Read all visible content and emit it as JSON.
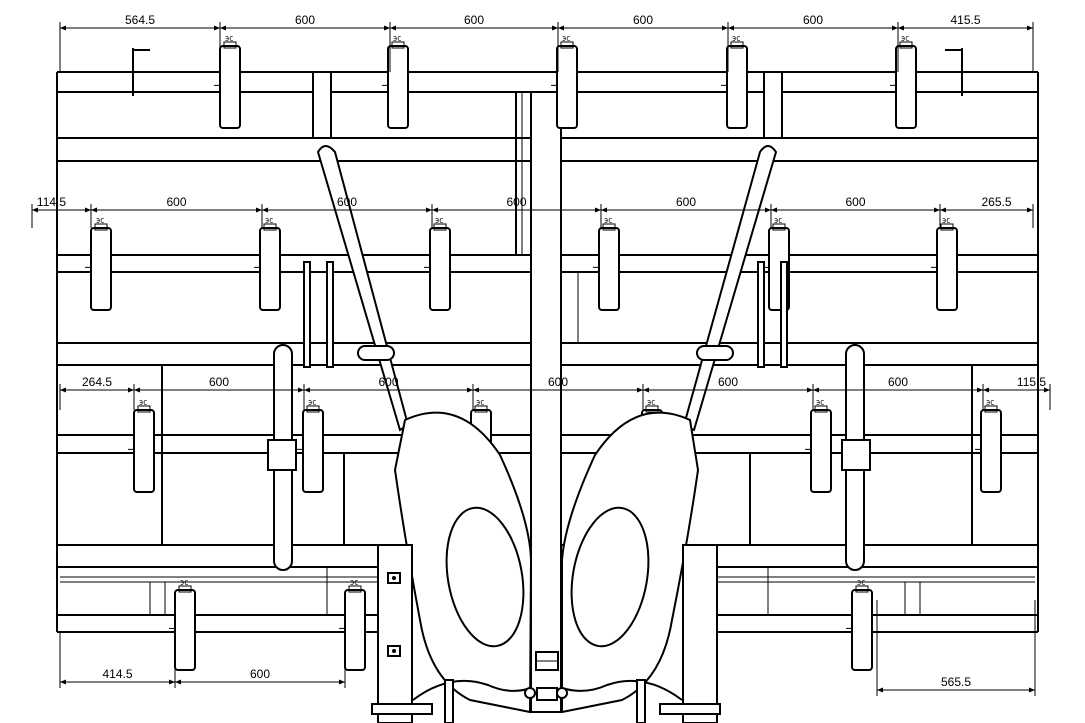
{
  "dimensions": {
    "row1": [
      "564.5",
      "600",
      "600",
      "600",
      "600",
      "415.5"
    ],
    "row2": [
      "114.5",
      "600",
      "600",
      "600",
      "600",
      "600",
      "265.5"
    ],
    "row3": [
      "264.5",
      "600",
      "600",
      "600",
      "600",
      "600",
      "115.5"
    ],
    "row4_left": [
      "414.5",
      "600"
    ],
    "row4_right": [
      "565.5"
    ]
  },
  "wheel_marking": "ЭС",
  "colors": {
    "line": "#000000",
    "background": "#ffffff"
  }
}
